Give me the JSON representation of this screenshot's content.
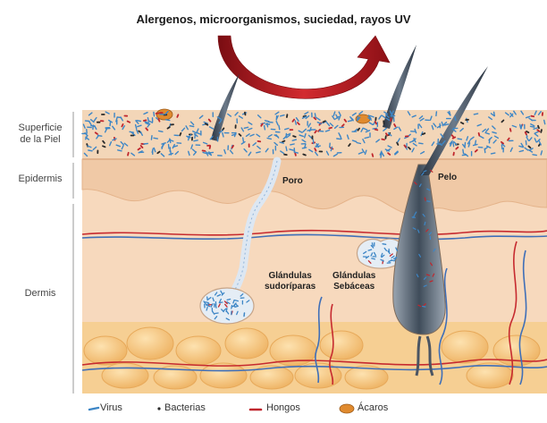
{
  "title": "Alergenos, microorganismos, suciedad, rayos UV",
  "side_labels": {
    "surface_line1": "Superficie",
    "surface_line2": "de la Piel",
    "epidermis": "Epidermis",
    "dermis": "Dermis"
  },
  "labels": {
    "pore": "Poro",
    "hair": "Pelo",
    "sweat_glands_line1": "Glándulas",
    "sweat_glands_line2": "sudoríparas",
    "sebaceous_glands_line1": "Glándulas",
    "sebaceous_glands_line2": "Sebáceas"
  },
  "legend": {
    "virus": "Virus",
    "bacteria": "Bacterias",
    "fungi": "Hongos",
    "mites": "Ácaros"
  },
  "colors": {
    "virus": "#3d86c6",
    "bacteria": "#2a2a2a",
    "fungi": "#c0262d",
    "mites": "#e08a2e",
    "arrow": "#b0151c",
    "surface": "#f3d6b8",
    "epidermis": "#f0c9a6",
    "dermis": "#f7d9bd",
    "fat": "#f4c07a"
  }
}
